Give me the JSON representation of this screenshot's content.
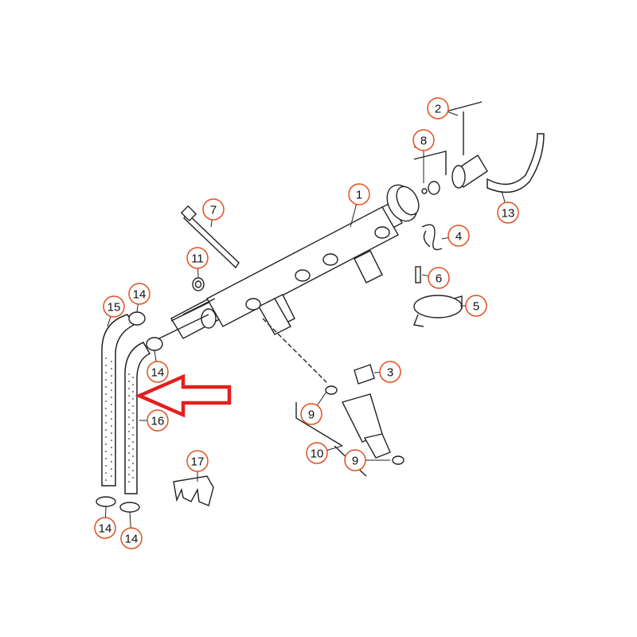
{
  "diagram": {
    "title": "",
    "accent_color": "#e0501e",
    "arrow_color": "#e41e1e",
    "callouts": [
      "2",
      "8",
      "1",
      "13",
      "4",
      "7",
      "11",
      "6",
      "5",
      "14",
      "15",
      "14",
      "3",
      "9",
      "16",
      "10",
      "9",
      "17",
      "14",
      "14"
    ]
  }
}
